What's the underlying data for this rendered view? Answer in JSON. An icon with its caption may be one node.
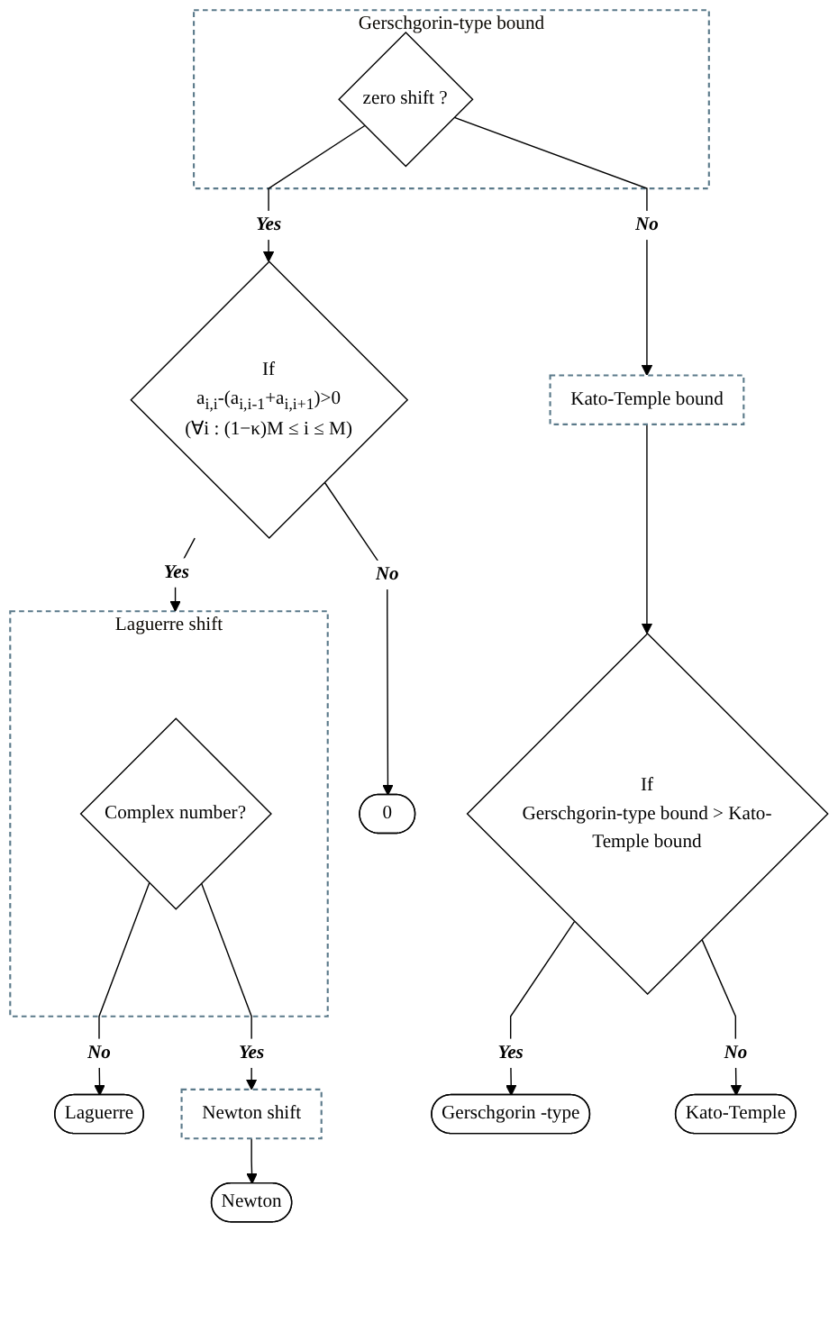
{
  "diagram": {
    "nodes": [
      {
        "text": [
          "Gerschgorin-type bound"
        ]
      },
      {
        "text": [
          "zero shift ?"
        ],
        "in": 0
      },
      {
        "text": [
          "If",
          "a$_{i,i}$-(a$_{i,i-1}$+a$_{i,i+1}$)>0",
          "(∀i : (1−κ)M ≤ i ≤ M)"
        ]
      },
      {
        "text": [
          "0"
        ]
      },
      {
        "text": [
          "Laguerre shift"
        ]
      },
      {
        "text": [
          "Complex number?"
        ],
        "in": 4
      },
      {
        "text": [
          "Laguerre"
        ]
      },
      {
        "text": [
          "Newton shift"
        ]
      },
      {
        "text": [
          "Newton"
        ]
      },
      {
        "text": [
          "Kato-Temple bound"
        ]
      },
      {
        "text": [
          "If",
          "Gerschgorin-type bound > Kato-Temple bound"
        ]
      },
      {
        "text": [
          "Gerschgorin -type"
        ]
      },
      {
        "text": [
          "Kato-Temple"
        ]
      }
    ],
    "edges": [
      {
        "from": 1,
        "to": 2,
        "arrow": "to",
        "label": "Yes"
      },
      {
        "from": 1,
        "to": 9,
        "arrow": "to",
        "label": "No"
      },
      {
        "from": 2,
        "to": 3,
        "arrow": "to",
        "label": "No"
      },
      {
        "from": 2,
        "to": 4,
        "arrow": "to",
        "label": "Yes"
      },
      {
        "from": 5,
        "to": 6,
        "arrow": "to",
        "label": "No"
      },
      {
        "from": 5,
        "to": 7,
        "arrow": "to",
        "label": "Yes"
      },
      {
        "from": 7,
        "to": 8,
        "arrow": "to"
      },
      {
        "from": 9,
        "to": 10,
        "arrow": "to"
      },
      {
        "from": 10,
        "to": 11,
        "arrow": "to",
        "label": "Yes"
      },
      {
        "from": 10,
        "to": 12,
        "arrow": "to",
        "label": "No"
      }
    ]
  }
}
